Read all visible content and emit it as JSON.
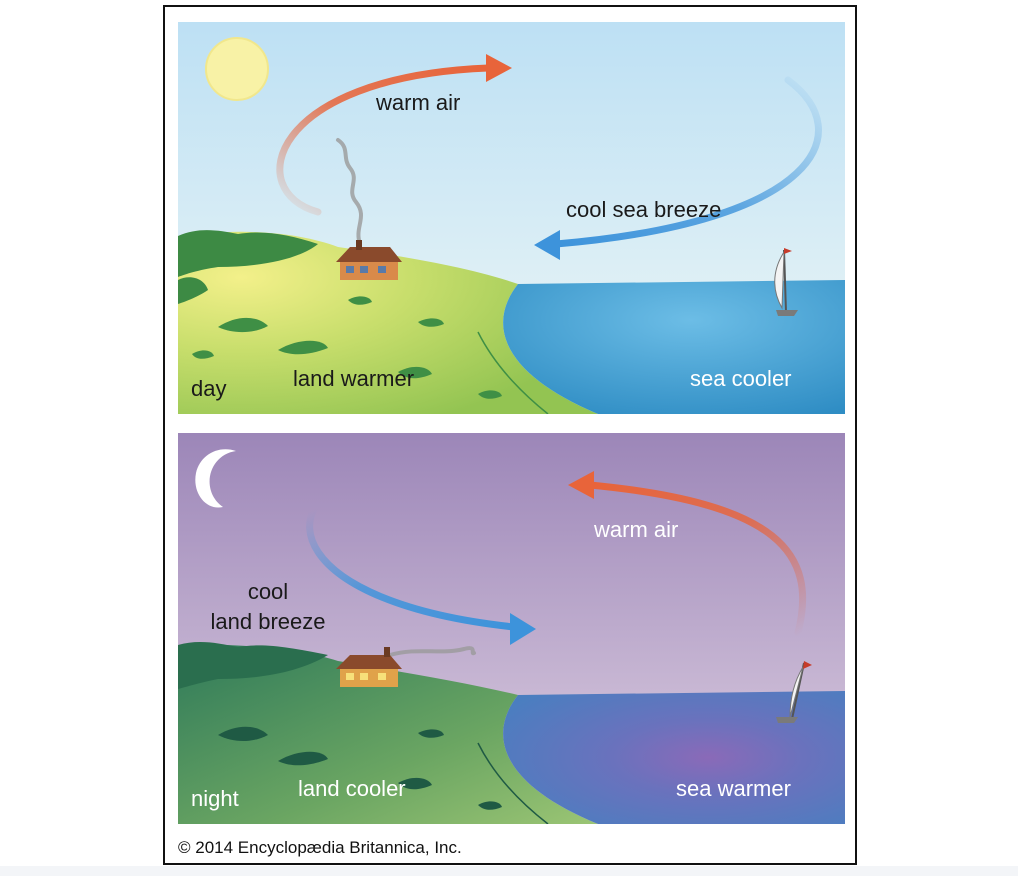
{
  "day_panel": {
    "corner_label": "day",
    "warm_air_label": "warm air",
    "breeze_label": "cool sea breeze",
    "land_label": "land warmer",
    "sea_label": "sea cooler"
  },
  "night_panel": {
    "corner_label": "night",
    "warm_air_label": "warm air",
    "breeze_label_line1": "cool",
    "breeze_label_line2": "land breeze",
    "land_label": "land cooler",
    "sea_label": "sea warmer"
  },
  "copyright": "© 2014 Encyclopædia Britannica, Inc.",
  "colors": {
    "day_sky_top": "#bde0f4",
    "day_sky_bottom": "#e6f4f8",
    "day_land": "#a9cd5a",
    "day_sea": "#4aa6d4",
    "night_sky_top": "#9c86b8",
    "night_sky_bottom": "#e2d6e8",
    "night_land": "#5a9a5e",
    "night_sea": "#5f78b8",
    "warm_arrow": "#e8643a",
    "cool_arrow": "#3d93db"
  },
  "icons": [
    "sun-icon",
    "moon-icon",
    "house-icon",
    "sailboat-icon",
    "smoke-icon"
  ]
}
